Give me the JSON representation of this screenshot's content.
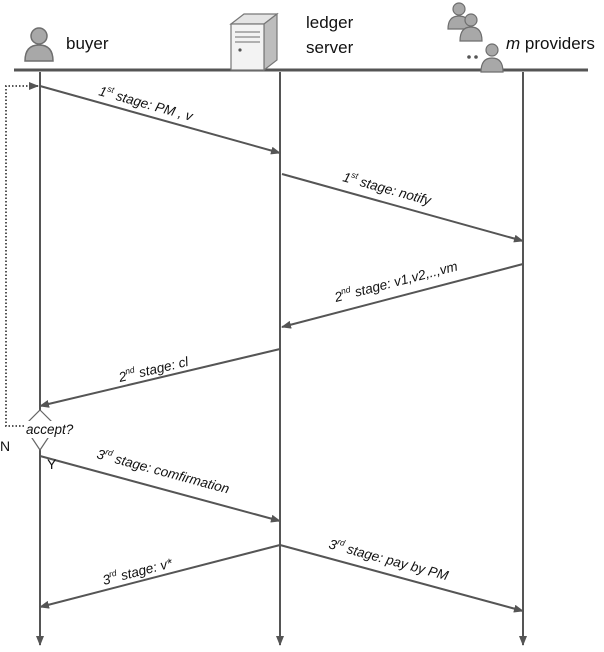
{
  "actors": {
    "buyer": {
      "label": "buyer",
      "icon": "user-icon"
    },
    "server": {
      "label_line1": "ledger",
      "label_line2": "server",
      "icon": "server-icon"
    },
    "providers": {
      "prefix": "m",
      "label": " providers",
      "icon": "user-group-icon"
    }
  },
  "messages": [
    {
      "id": "m1",
      "sup": "st",
      "num": "1",
      "text": " stage: PM , v"
    },
    {
      "id": "m2",
      "sup": "st",
      "num": "1",
      "text": " stage: notify"
    },
    {
      "id": "m3",
      "sup": "nd",
      "num": "2",
      "text": " stage: v1,v2,..,vm"
    },
    {
      "id": "m4",
      "sup": "nd",
      "num": "2",
      "text": " stage: cl"
    },
    {
      "id": "m5",
      "sup": "rd",
      "num": "3",
      "text": " stage: comfirmation"
    },
    {
      "id": "m6",
      "sup": "rd",
      "num": "3",
      "text": " stage: v*"
    },
    {
      "id": "m7",
      "sup": "rd",
      "num": "3",
      "text": " stage: pay by PM"
    }
  ],
  "decision": {
    "label": "accept?",
    "no": "N",
    "yes": "Y"
  },
  "colors": {
    "line": "#555555",
    "text": "#111111",
    "icon": "#9a9a9a"
  }
}
